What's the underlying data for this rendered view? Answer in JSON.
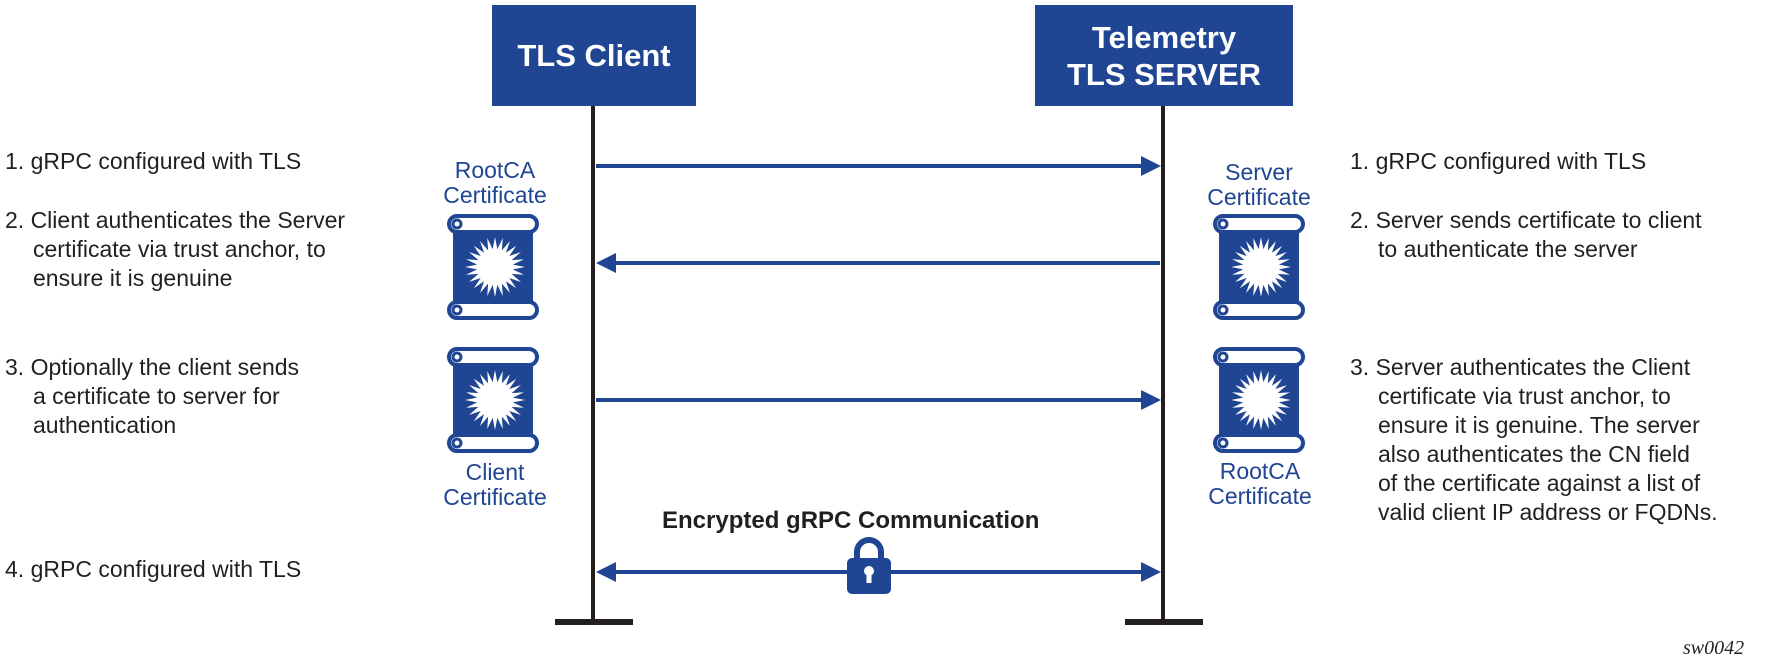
{
  "client_box": {
    "label": "TLS Client"
  },
  "server_box": {
    "line1": "Telemetry",
    "line2": "TLS SERVER"
  },
  "left_steps": [
    {
      "line1": "1. gRPC configured with TLS"
    },
    {
      "line1": "2. Client authenticates the Server",
      "line2": "certificate via trust anchor, to",
      "line3": "ensure it is genuine"
    },
    {
      "line1": "3. Optionally the client sends",
      "line2": "a certificate to server for",
      "line3": "authentication"
    },
    {
      "line1": "4. gRPC configured with TLS"
    }
  ],
  "right_steps": [
    {
      "line1": "1. gRPC configured with TLS"
    },
    {
      "line1": "2. Server sends certificate to client",
      "line2": "to authenticate the server"
    },
    {
      "line1": "3. Server authenticates the Client",
      "line2": "certificate via trust anchor, to",
      "line3": "ensure it is genuine. The server",
      "line4": "also authenticates the CN field",
      "line5": "of the certificate against a list of",
      "line6": "valid client IP address or FQDNs."
    }
  ],
  "certificates": {
    "client_rootca": {
      "line1": "RootCA",
      "line2": "Certificate"
    },
    "client_cert": {
      "line1": "Client",
      "line2": "Certificate"
    },
    "server_cert": {
      "line1": "Server",
      "line2": "Certificate"
    },
    "server_rootca": {
      "line1": "RootCA",
      "line2": "Certificate"
    }
  },
  "encrypted_label": "Encrypted gRPC Communication",
  "figure_id": "sw0042",
  "colors": {
    "brand_blue": "#1f4593",
    "text": "#231f20",
    "background": "#ffffff"
  },
  "icons": {
    "certificate": "certificate-scroll-icon",
    "lock": "padlock-icon"
  }
}
